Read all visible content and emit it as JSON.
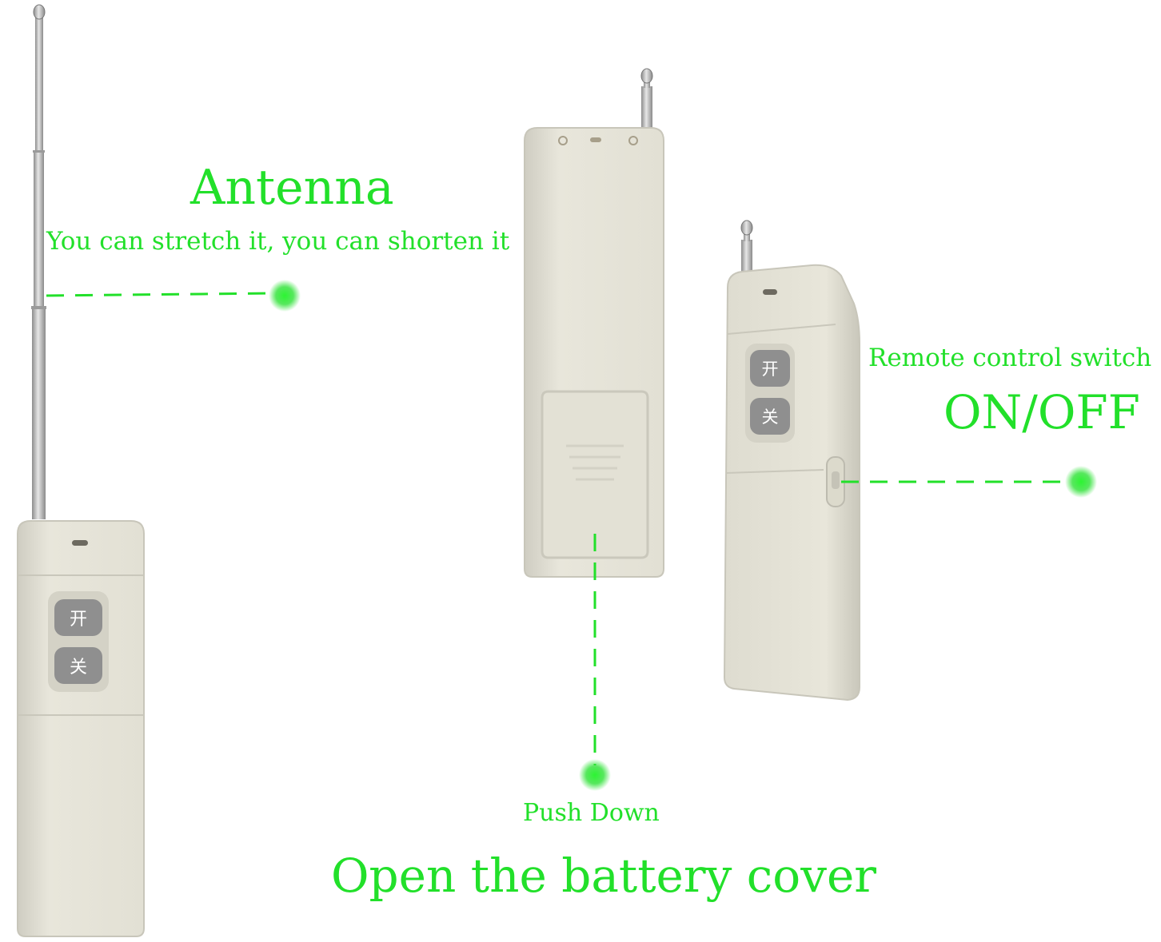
{
  "labels": {
    "antenna_title": "Antenna",
    "antenna_desc": "You can stretch it, you can shorten it",
    "switch_title": "Remote control switch",
    "switch_state": "ON/OFF",
    "push_down": "Push Down",
    "battery_cover": "Open the battery cover"
  },
  "buttons": {
    "on_glyph": "开",
    "off_glyph": "关"
  },
  "colors": {
    "label_green": "#22e02a",
    "remote_body": "#e6e4d8",
    "button_gray": "#8f8f8f",
    "antenna_metal": "#bdbdbd"
  }
}
